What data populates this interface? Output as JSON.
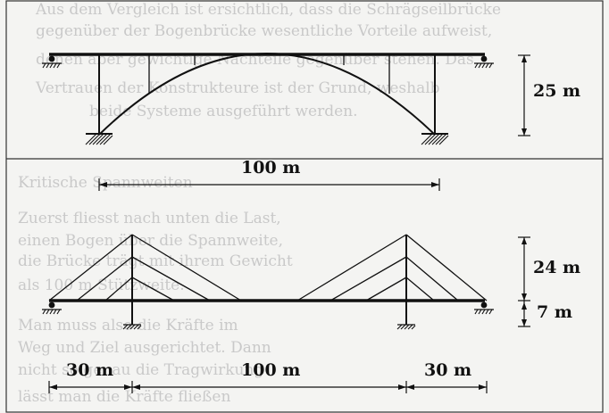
{
  "background_text": [
    "Aus dem Vergleich ist ersichtlich, dass die Schrägseilbrücke",
    "gegenüber der Bogenbrücke wesentliche Vorteile aufweist,",
    "denen aber gewichtige Nachteile gegenüber stehen. Das",
    "Vertrauen der Konstrukteure ist der Grund, weshalb",
    "beide Systeme ausgeführt werden.",
    "Kritische Spannweiten",
    "Zuerst fliesst nach unten die Last,",
    "einen Bogen über die Spannweite,",
    "die Brücke trägt mit ihrem Gewicht",
    "als 100 m Stützweite.",
    "Man muss also die Kräfte im",
    "Weg und Ziel ausgerichtet. Dann",
    "nicht so genau die Tragwirkung",
    "lässt man die Kräfte fließen"
  ],
  "arch_bridge": {
    "rise_label": "25 m",
    "span_label": "100 m"
  },
  "cable_stayed_bridge": {
    "pylon_height_label": "24 m",
    "depth_label": "7 m",
    "side_span_left_label": "30 m",
    "main_span_label": "100 m",
    "side_span_right_label": "30 m"
  }
}
